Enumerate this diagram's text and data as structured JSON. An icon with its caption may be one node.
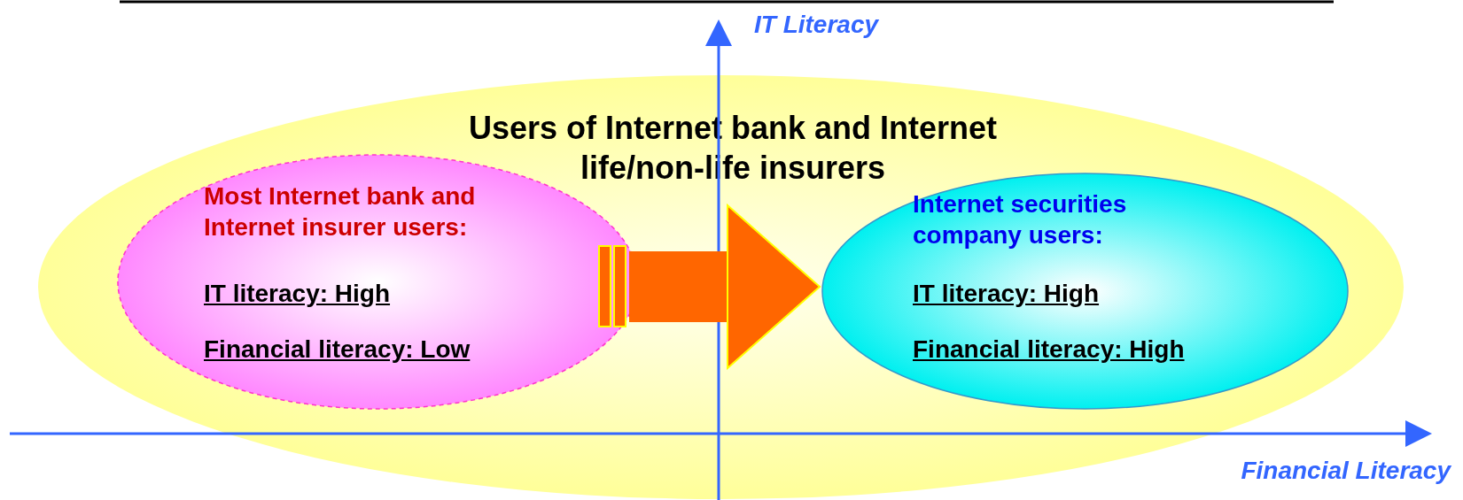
{
  "diagram": {
    "nodes": [
      {
        "text": [
          "Users of Internet bank and Internet life/non-life insurers"
        ]
      },
      {
        "text": [
          "Most Internet bank and Internet insurer users:",
          "IT literacy: High",
          "Financial literacy: Low"
        ],
        "in": 0
      },
      {
        "text": [
          "Internet securities company users:",
          "IT literacy: High",
          "Financial literacy: High"
        ],
        "in": 0
      }
    ],
    "edges": [
      {
        "from": 1,
        "to": 2,
        "arrow": "to"
      }
    ],
    "labels": [
      "IT Literacy",
      "Financial Literacy"
    ]
  }
}
